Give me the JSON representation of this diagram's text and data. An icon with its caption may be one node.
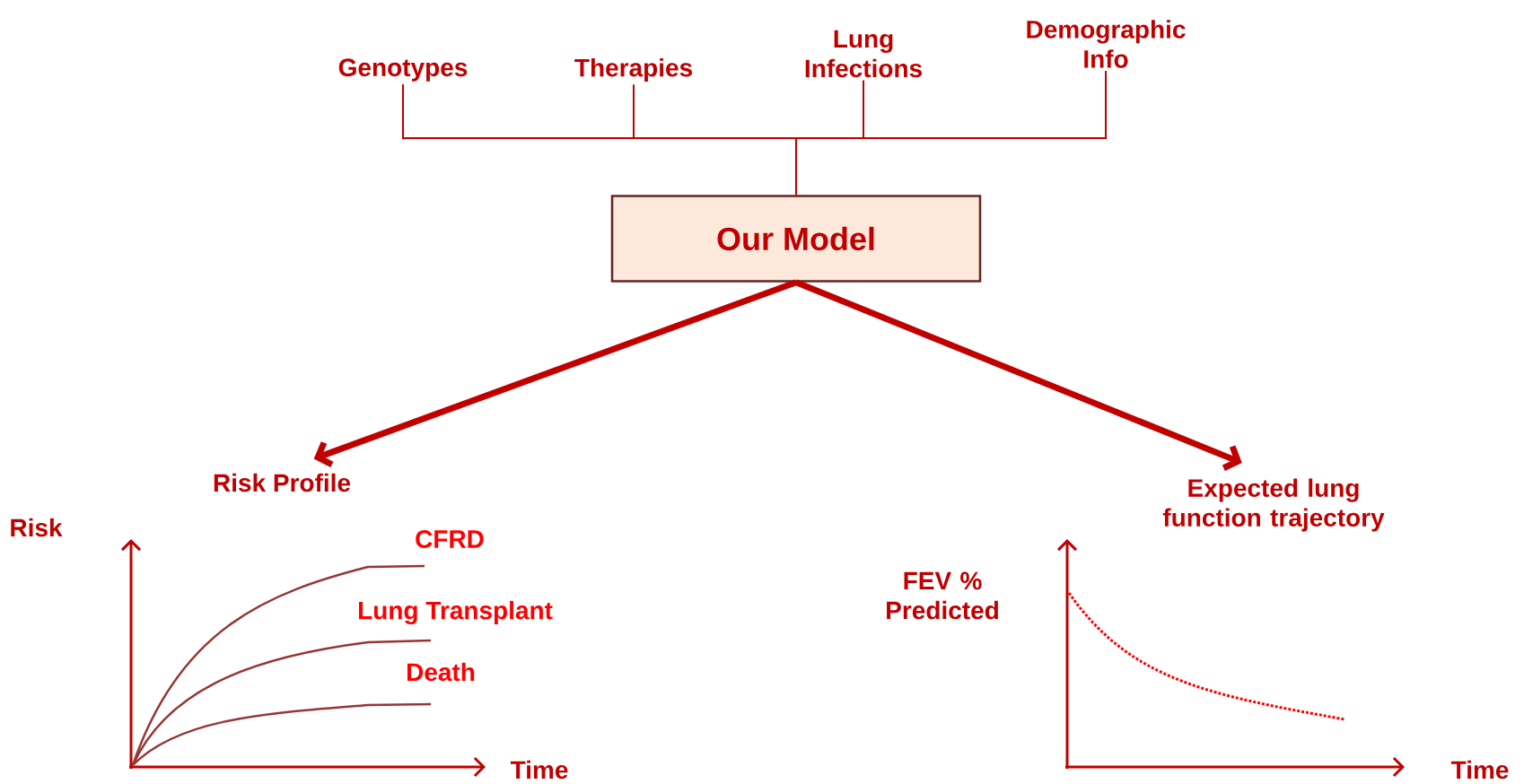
{
  "diagram": {
    "nodes": [
      {
        "text": [
          "Genotypes"
        ]
      },
      {
        "text": [
          "Therapies"
        ]
      },
      {
        "text": [
          "Lung Infections"
        ]
      },
      {
        "text": [
          "Demographic Info"
        ]
      },
      {
        "text": [
          "Our Model"
        ]
      },
      {
        "text": [
          "Risk Profile"
        ]
      },
      {
        "text": [
          "Expected lung function trajectory"
        ]
      }
    ],
    "edges": [
      {
        "from": 0,
        "to": 4,
        "arrow": "none"
      },
      {
        "from": 1,
        "to": 4,
        "arrow": "none"
      },
      {
        "from": 2,
        "to": 4,
        "arrow": "none"
      },
      {
        "from": 3,
        "to": 4,
        "arrow": "none"
      },
      {
        "from": 4,
        "to": 5,
        "arrow": "to",
        "style": "thick"
      },
      {
        "from": 4,
        "to": 6,
        "arrow": "to",
        "style": "thick"
      }
    ],
    "labels": [
      "Risk",
      "CFRD",
      "Lung Transplant",
      "Death",
      "Time",
      "FEV % Predicted",
      "Time"
    ]
  }
}
